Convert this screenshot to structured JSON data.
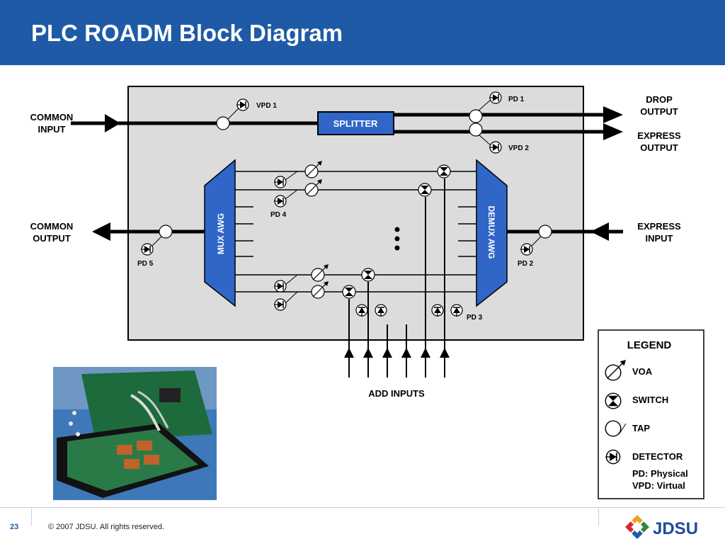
{
  "slide": {
    "title": "PLC ROADM Block Diagram",
    "page_number": "23",
    "copyright": "© 2007 JDSU. All rights reserved.",
    "logo_text": "JDSU"
  },
  "diagram": {
    "common_input": [
      "COMMON",
      "INPUT"
    ],
    "common_output": [
      "COMMON",
      "OUTPUT"
    ],
    "drop_output": [
      "DROP",
      "OUTPUT"
    ],
    "express_output": [
      "EXPRESS",
      "OUTPUT"
    ],
    "express_input": [
      "EXPRESS",
      "INPUT"
    ],
    "splitter": "SPLITTER",
    "mux_awg": "MUX AWG",
    "demux_awg": "DEMUX AWG",
    "add_inputs": "ADD INPUTS",
    "detectors": {
      "vpd1": "VPD 1",
      "vpd2": "VPD 2",
      "pd1": "PD 1",
      "pd2": "PD 2",
      "pd3": "PD 3",
      "pd4": "PD 4",
      "pd5": "PD 5"
    }
  },
  "legend": {
    "title": "LEGEND",
    "items": [
      "VOA",
      "SWITCH",
      "TAP",
      "DETECTOR"
    ],
    "note": [
      "PD: Physical",
      "VPD: Virtual"
    ]
  },
  "colors": {
    "title_bar": "#1f5aa6",
    "awg_blue": "#2f66c8",
    "box_gray": "#dcdcdc"
  }
}
